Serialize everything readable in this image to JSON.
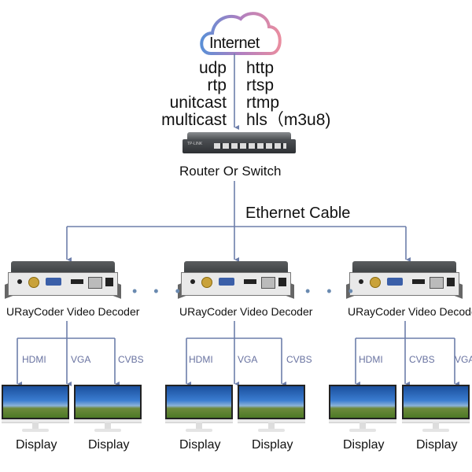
{
  "cloud": {
    "label": "Internet",
    "gradient": [
      "#5b8fd6",
      "#b07fc0",
      "#e98da0"
    ]
  },
  "protocols": {
    "left": [
      "udp",
      "rtp",
      "unitcast",
      "multicast"
    ],
    "right": [
      "http",
      "rtsp",
      "rtmp",
      "hls（m3u8)"
    ]
  },
  "router": {
    "label": "Router Or Switch",
    "brand": "TP-LINK"
  },
  "cable": {
    "label": "Ethernet Cable"
  },
  "line_color": "#6d7eaa",
  "decoders": [
    {
      "label": "URayCoder Video Decoder",
      "outputs": [
        "HDMI",
        "VGA",
        "CVBS"
      ],
      "displays": [
        "Display",
        "Display"
      ]
    },
    {
      "label": "URayCoder Video Decoder",
      "outputs": [
        "HDMI",
        "VGA",
        "CVBS"
      ],
      "displays": [
        "Display",
        "Display"
      ]
    },
    {
      "label": "URayCoder Video Decoder",
      "outputs": [
        "HDMI",
        "CVBS",
        "VGA"
      ],
      "displays": [
        "Display",
        "Display"
      ]
    }
  ],
  "ellipsis": "• • •"
}
